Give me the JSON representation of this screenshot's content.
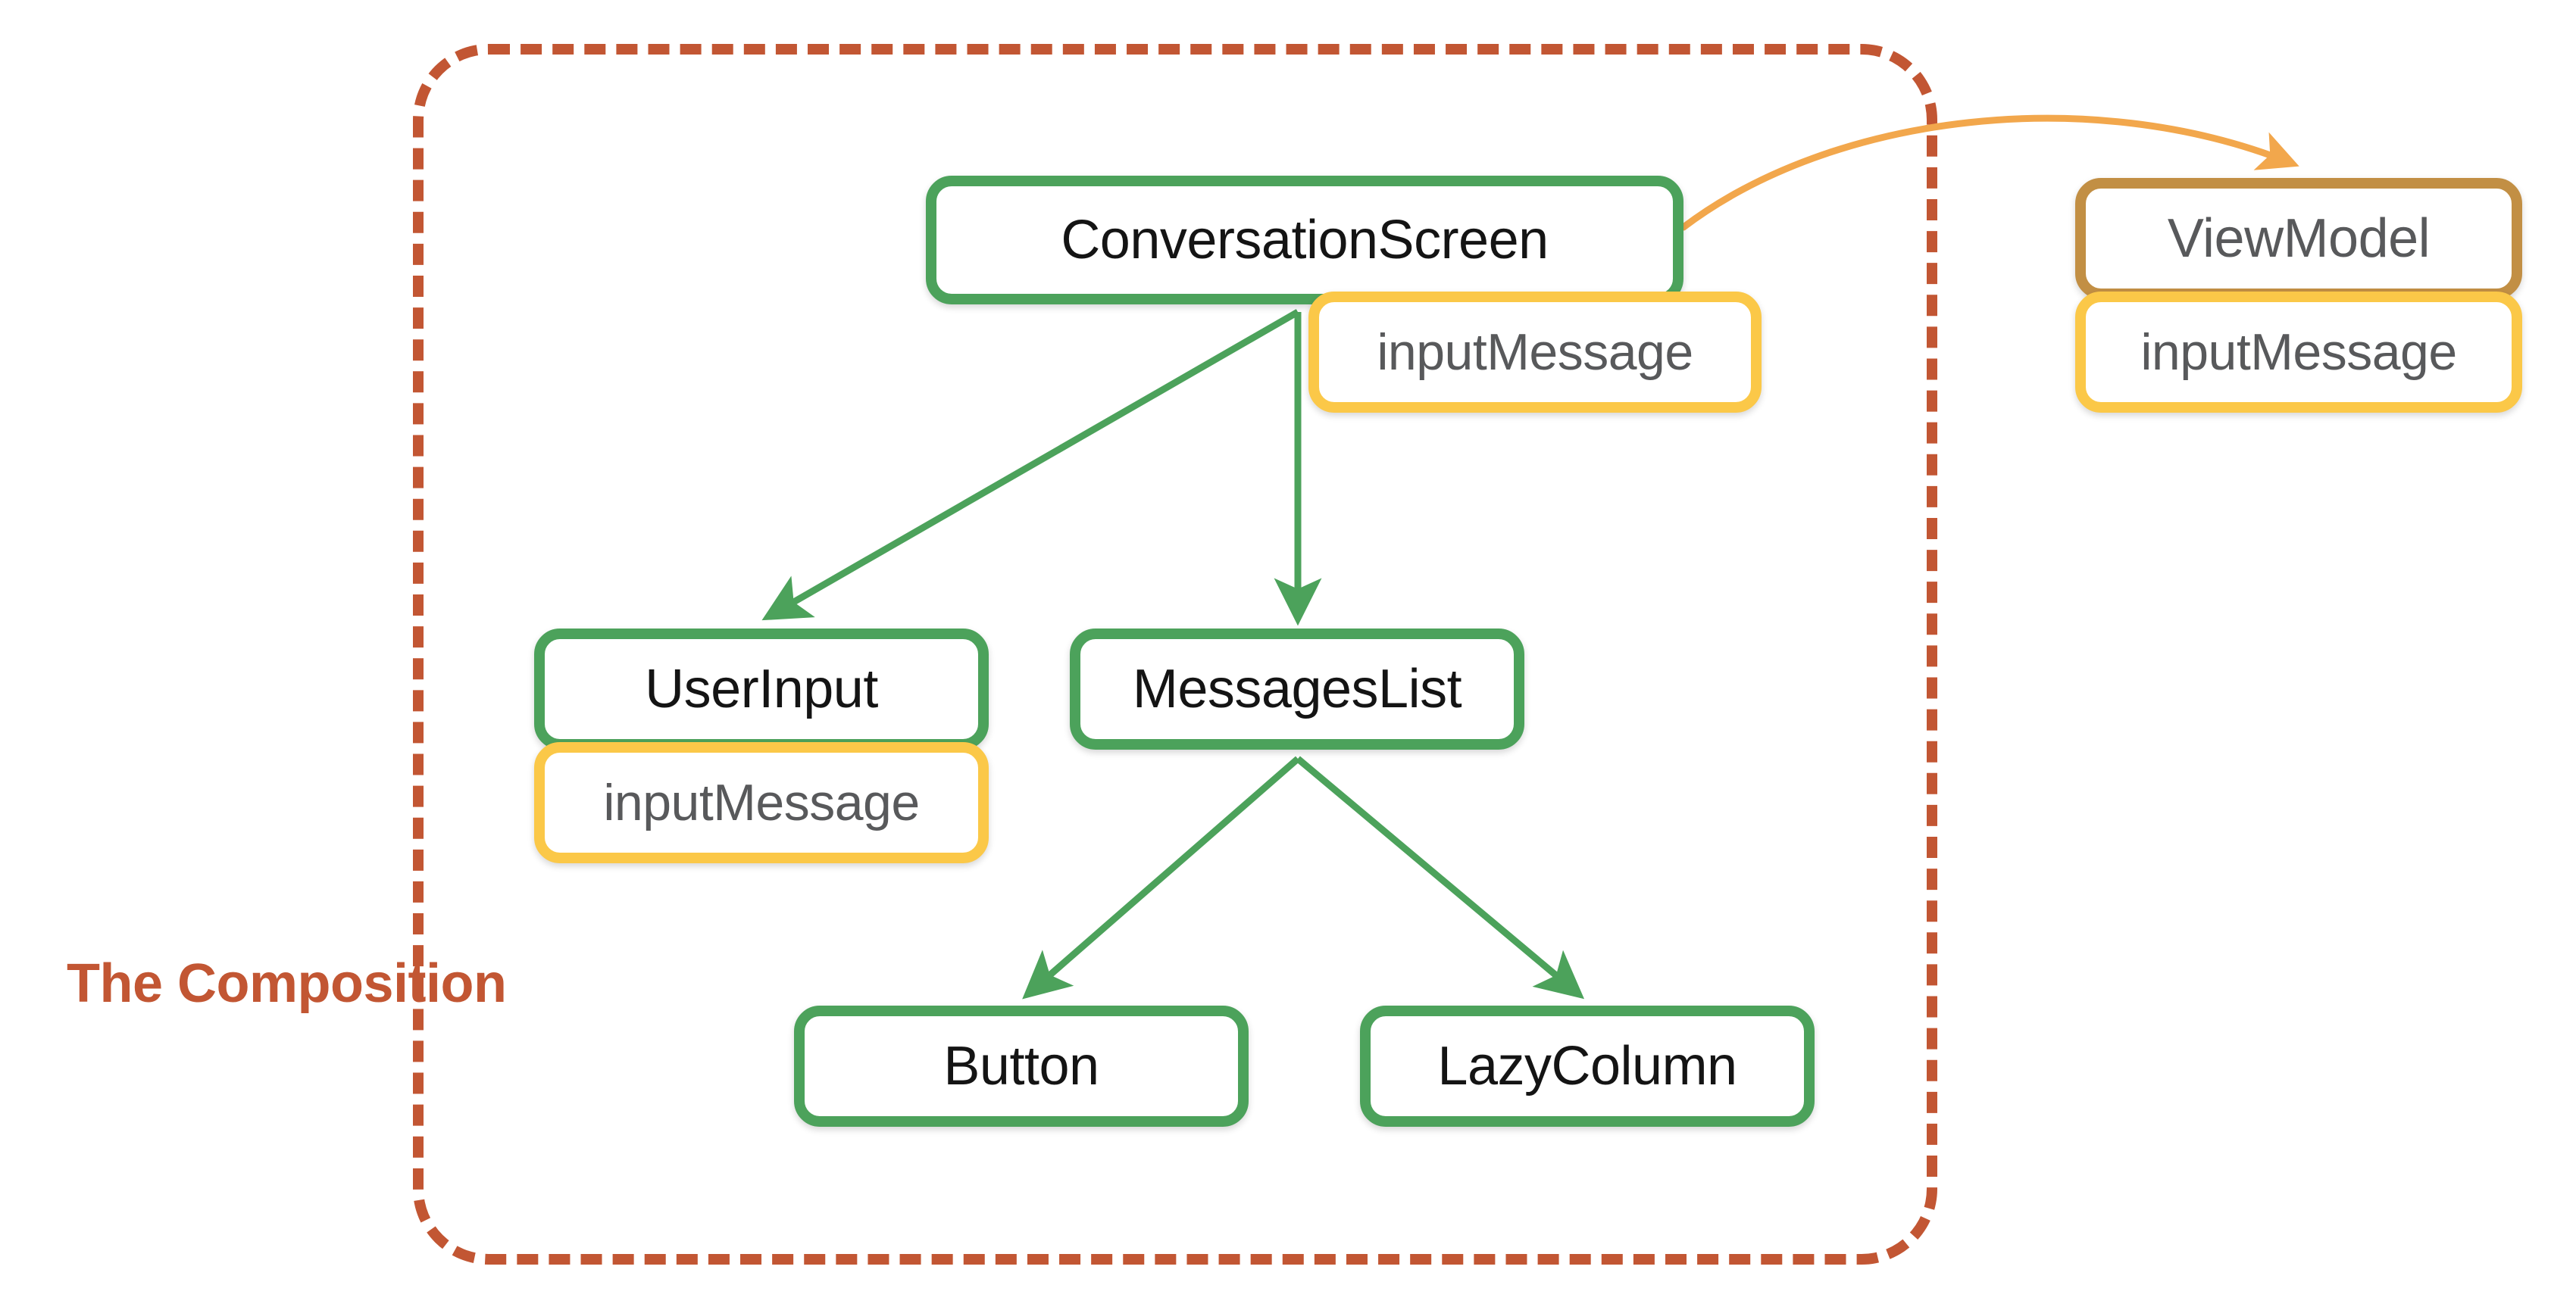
{
  "diagram": {
    "title_label": "The Composition",
    "boundary": {
      "name": "composition-boundary",
      "style": "dashed",
      "color": "#C25633"
    },
    "colors": {
      "composable_border": "#4CA25B",
      "state_border": "#FBC848",
      "viewmodel_border": "#C28F44",
      "boundary": "#C25633",
      "arrow_composition": "#4CA25B",
      "arrow_state_read": "#F2A74C",
      "label_dark": "#141414",
      "label_gray": "#58595b",
      "background": "#ffffff"
    },
    "nodes": [
      {
        "id": "conversationscreen",
        "label": "ConversationScreen",
        "kind": "composable"
      },
      {
        "id": "cs_inputmessage",
        "label": "inputMessage",
        "kind": "state"
      },
      {
        "id": "userinput",
        "label": "UserInput",
        "kind": "composable"
      },
      {
        "id": "ui_inputmessage",
        "label": "inputMessage",
        "kind": "state"
      },
      {
        "id": "messageslist",
        "label": "MessagesList",
        "kind": "composable"
      },
      {
        "id": "button",
        "label": "Button",
        "kind": "composable"
      },
      {
        "id": "lazycolumn",
        "label": "LazyColumn",
        "kind": "composable"
      },
      {
        "id": "viewmodel",
        "label": "ViewModel",
        "kind": "viewmodel"
      },
      {
        "id": "vm_inputmessage",
        "label": "inputMessage",
        "kind": "state"
      }
    ],
    "edges": [
      {
        "from": "conversationscreen",
        "to": "userinput",
        "kind": "composition",
        "style": "straight"
      },
      {
        "from": "conversationscreen",
        "to": "messageslist",
        "kind": "composition",
        "style": "straight"
      },
      {
        "from": "messageslist",
        "to": "button",
        "kind": "composition",
        "style": "straight"
      },
      {
        "from": "messageslist",
        "to": "lazycolumn",
        "kind": "composition",
        "style": "straight"
      },
      {
        "from": "conversationscreen",
        "to": "viewmodel",
        "kind": "state-read",
        "style": "curved"
      }
    ]
  }
}
